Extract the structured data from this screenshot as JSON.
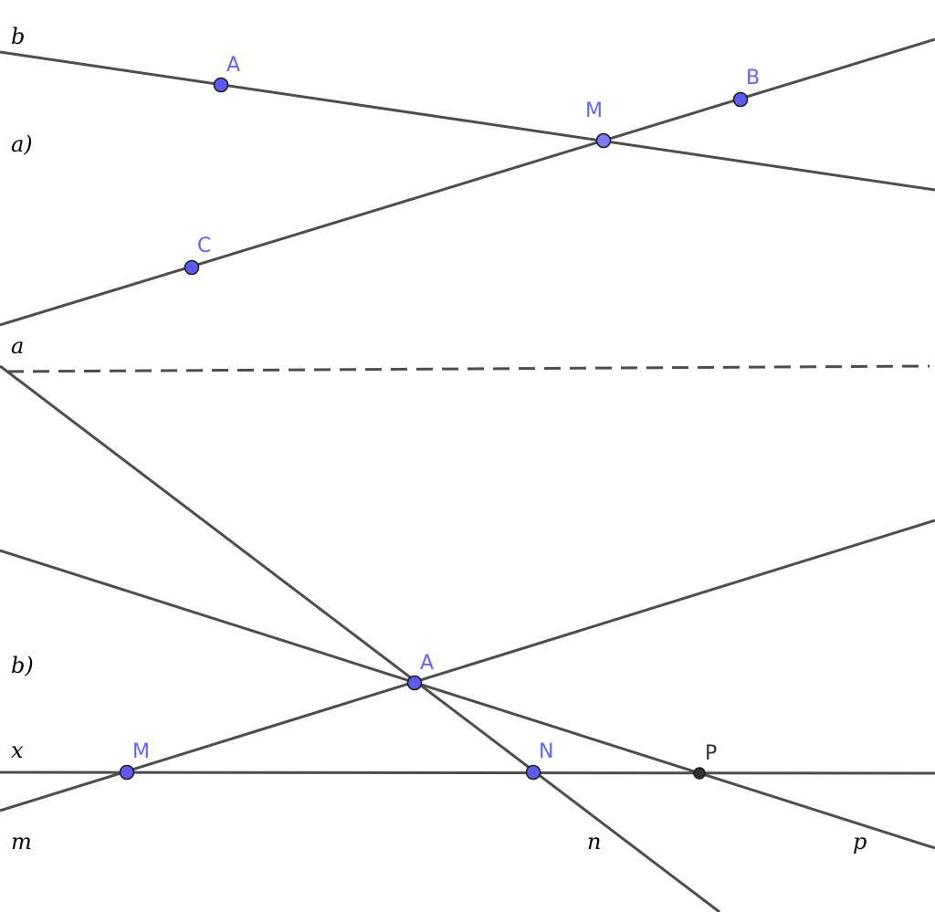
{
  "colors": {
    "line": "#4d4d4d",
    "point_blue": "#5c5cf0",
    "point_dark": "#333333",
    "label_blue": "#6464f0",
    "label_dark": "#333333"
  },
  "part_a": {
    "label": "a)",
    "line_labels": {
      "b": "b",
      "a": "a"
    },
    "points": {
      "A": "A",
      "B": "B",
      "M": "M",
      "C": "C"
    }
  },
  "part_b": {
    "label": "b)",
    "line_labels": {
      "x": "x",
      "m": "m",
      "n": "n",
      "p": "p"
    },
    "points": {
      "A": "A",
      "M": "M",
      "N": "N",
      "P": "P"
    }
  }
}
